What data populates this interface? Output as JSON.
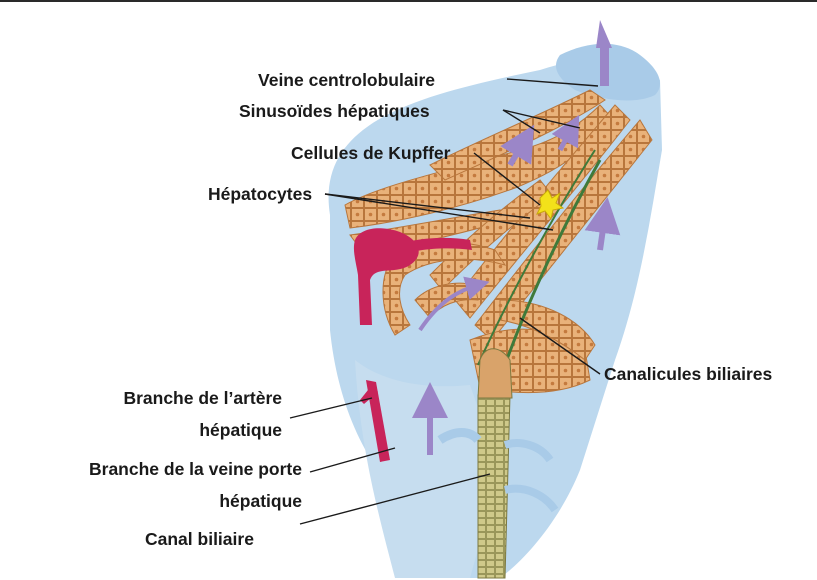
{
  "labels": {
    "veine_centrolobulaire": "Veine centrolobulaire",
    "sinusoides": "Sinusoïdes hépatiques",
    "kupffer": "Cellules de Kupffer",
    "hepatocytes": "Hépatocytes",
    "canalicules": "Canalicules biliaires",
    "branche_artere_l1": "Branche de l’artère",
    "branche_artere_l2": "hépatique",
    "branche_veine_l1": "Branche de la veine porte",
    "branche_veine_l2": "hépatique",
    "canal_biliaire": "Canal biliaire"
  },
  "colors": {
    "blood": "#bcd8ee",
    "blood_dark": "#8fb9de",
    "hepatocyte": "#e9b27a",
    "hepatocyte_edge": "#b8763c",
    "artery": "#c8245a",
    "bile_duct": "#c9c47a",
    "bile_green": "#3f7a3a",
    "arrow": "#9b86c8",
    "kupffer": "#f3e11a",
    "leader": "#1a1a1a"
  }
}
